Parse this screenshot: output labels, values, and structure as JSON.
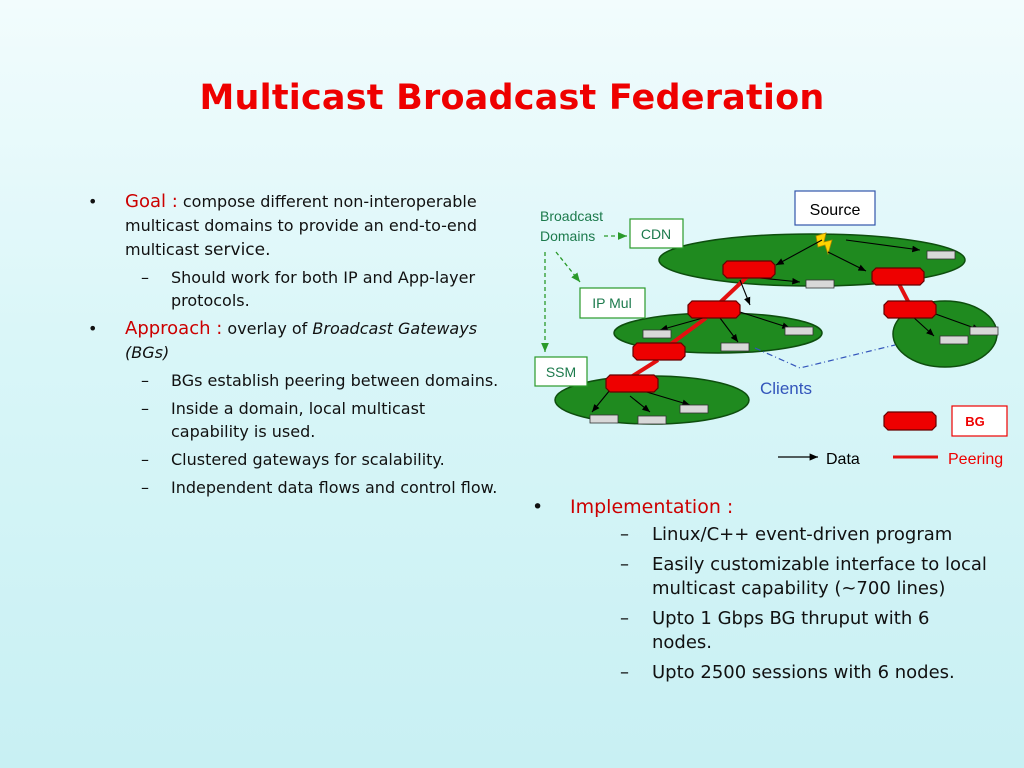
{
  "title": "Multicast Broadcast Federation",
  "left": {
    "goal_label": "Goal :",
    "goal_text": "compose different non-interoperable multicast domains to provide an end-to-end multicast",
    "goal_tail": "service.",
    "goal_sub1": "Should work for both IP and App-layer protocols.",
    "approach_label": "Approach :",
    "approach_text": "overlay of",
    "approach_italic": "Broadcast Gateways (BGs)",
    "approach_subs": [
      "BGs establish peering between domains.",
      "Inside a domain, local multicast capability is used.",
      "Clustered gateways for scalability.",
      "Independent data flows and control flow."
    ]
  },
  "right": {
    "impl_label": "Implementation :",
    "impl_subs": [
      "Linux/C++ event-driven program",
      "Easily customizable interface to local multicast capability (~700 lines)",
      "Upto 1 Gbps BG thruput with 6 nodes.",
      "Upto 2500 sessions with 6 nodes."
    ]
  },
  "diagram": {
    "broadcast_domains_line1": "Broadcast",
    "broadcast_domains_line2": "Domains",
    "cdn": "CDN",
    "ip_mul": "IP Mul",
    "ssm": "SSM",
    "source": "Source",
    "clients": "Clients",
    "bg": "BG",
    "data": "Data",
    "peering": "Peering",
    "colors": {
      "domain": "#1f8a1f",
      "bg_box": "#ee0000",
      "peering": "#e31010",
      "clients": "#3355bb",
      "label_green": "#1c7a4c"
    }
  }
}
